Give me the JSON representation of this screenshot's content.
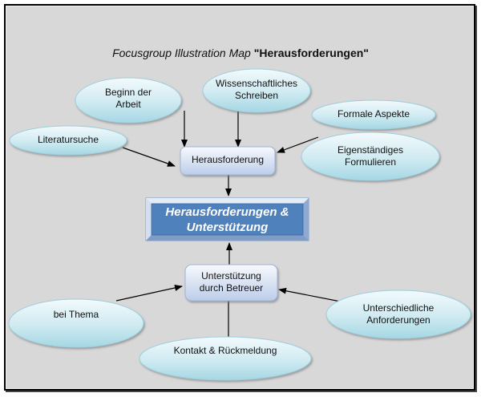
{
  "title": {
    "prefix": "Focusgroup Illustration Map",
    "main": "\"Herausforderungen\""
  },
  "center": {
    "line1": "Herausforderungen &",
    "line2": "Unterstützung"
  },
  "hubs": {
    "challenge": "Herausforderung",
    "support_line1": "Unterstützung",
    "support_line2": "durch Betreuer"
  },
  "challenge_nodes": [
    {
      "line1": "Beginn der",
      "line2": "Arbeit"
    },
    {
      "line1": "Wissenschaftliches",
      "line2": "Schreiben"
    },
    {
      "line1": "Formale Aspekte",
      "line2": ""
    },
    {
      "line1": "Literatursuche",
      "line2": ""
    },
    {
      "line1": "Eigenständiges",
      "line2": "Formulieren"
    }
  ],
  "support_nodes": [
    {
      "line1": "bei Thema",
      "line2": ""
    },
    {
      "line1": "Kontakt & Rückmeldung",
      "line2": ""
    },
    {
      "line1": "Unterschiedliche",
      "line2": "Anforderungen"
    }
  ],
  "colors": {
    "background": "#d8d8d8",
    "ellipse_light": "#eef8fb",
    "ellipse_dark": "#a9dae6",
    "hub_light": "#f4f7fc",
    "hub_dark": "#c4d3ec",
    "center_fill": "#4f81bd",
    "center_frame": "#a6bddc"
  }
}
